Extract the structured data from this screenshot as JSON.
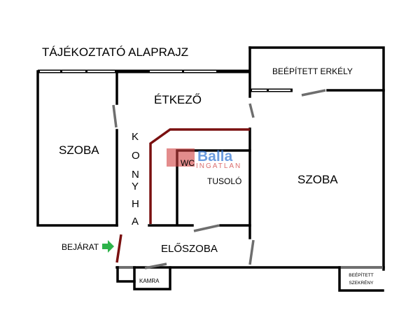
{
  "title": "TÁJÉKOZTATÓ  ALAPRAJZ",
  "rooms": {
    "left_room": "SZOBA",
    "dining": "ÉTKEZŐ",
    "balcony": "BEÉPÍTETT  ERKÉLY",
    "kitchen_letters": [
      "K",
      "O",
      "N",
      "Y",
      "H",
      "A"
    ],
    "wc": "WC",
    "shower": "TUSOLÓ",
    "right_room": "SZOBA",
    "hall": "ELŐSZOBA",
    "pantry": "KAMRA",
    "wardrobe_line1": "BEÉPÍTETT",
    "wardrobe_line2": "SZEKRÉNY"
  },
  "entrance": {
    "label": "BEJÁRAT",
    "arrow_color": "#2db34a"
  },
  "watermark": {
    "brand": "Balla",
    "sub": "INGATLAN",
    "color_brand": "#3a7bd5",
    "color_logo": "#d04040"
  },
  "colors": {
    "wall": "#000000",
    "door": "#6e6e6e",
    "partition": "#7a1010"
  }
}
